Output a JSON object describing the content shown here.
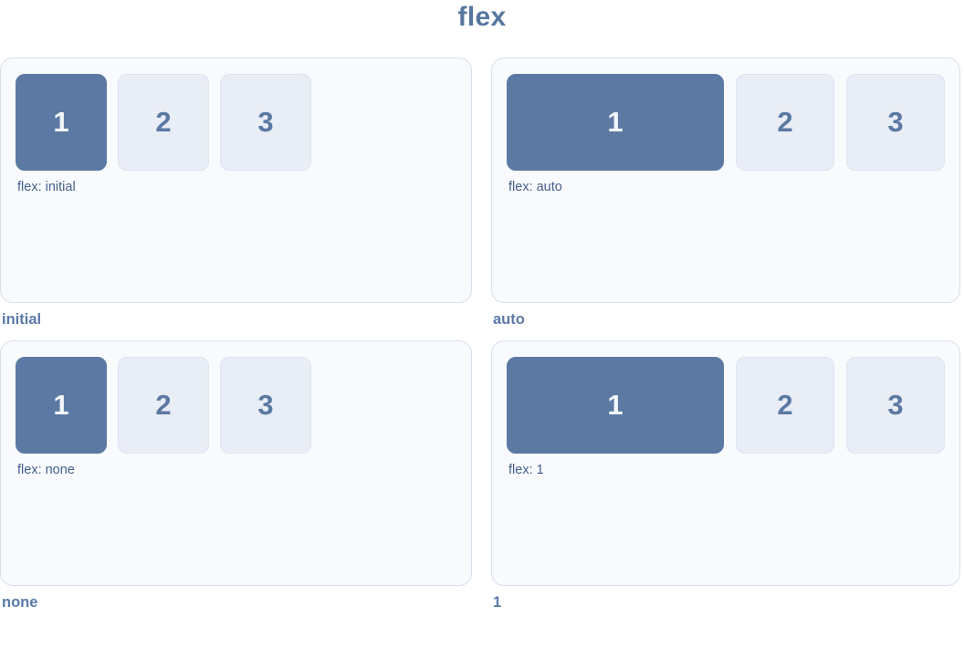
{
  "page": {
    "title": "flex"
  },
  "colors": {
    "title_text": "#57779e",
    "panel_background": "#f8fafd",
    "panel_border": "#d7dfee",
    "item_highlight_background": "#5b79a3",
    "item_highlight_text": "#f3f6fa",
    "item_background": "#e9edf5",
    "item_border": "#dde4f0",
    "item_text": "#5b79a3",
    "css_label_text": "#44618c",
    "caption_text": "#5b7aa8"
  },
  "panels": [
    {
      "caption": "initial",
      "css_label": "flex: initial",
      "items": [
        "1",
        "2",
        "3"
      ]
    },
    {
      "caption": "auto",
      "css_label": "flex: auto",
      "items": [
        "1",
        "2",
        "3"
      ]
    },
    {
      "caption": "none",
      "css_label": "flex: none",
      "items": [
        "1",
        "2",
        "3"
      ]
    },
    {
      "caption": "1",
      "css_label": "flex: 1",
      "items": [
        "1",
        "2",
        "3"
      ]
    }
  ]
}
